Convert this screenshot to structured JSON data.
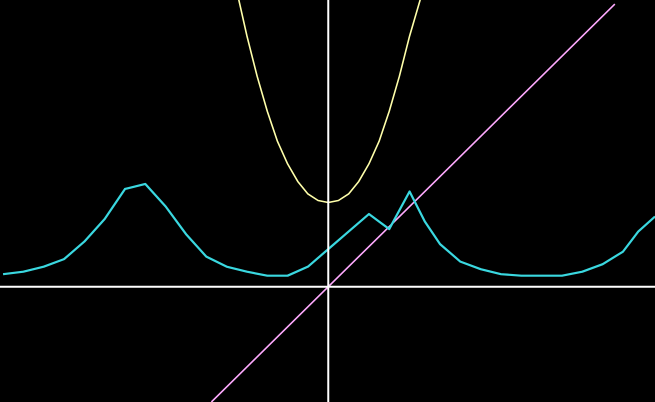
{
  "chart_data": {
    "type": "line",
    "title": "",
    "xlabel": "",
    "ylabel": "",
    "xlim": [
      -6.46,
      6.43
    ],
    "ylim": [
      -2.3,
      5.72
    ],
    "grid": false,
    "legend": "none",
    "axes_color": "#ffffff",
    "background": "#000000",
    "series": [
      {
        "color": "#ffffaa",
        "x": [
          -1.8,
          -1.6,
          -1.4,
          -1.2,
          -1.0,
          -0.8,
          -0.6,
          -0.4,
          -0.2,
          0.0,
          0.2,
          0.4,
          0.6,
          0.8,
          1.0,
          1.2,
          1.4,
          1.6,
          1.86
        ],
        "y": [
          5.9,
          5.0,
          4.2,
          3.5,
          2.9,
          2.45,
          2.1,
          1.85,
          1.72,
          1.68,
          1.72,
          1.85,
          2.1,
          2.45,
          2.9,
          3.5,
          4.2,
          5.0,
          5.9
        ]
      },
      {
        "color": "#ffaaff",
        "x": [
          -2.3,
          5.64
        ],
        "y": [
          -2.3,
          5.64
        ]
      },
      {
        "color": "#3ad8e0",
        "x": [
          -6.4,
          -6.0,
          -5.6,
          -5.2,
          -4.8,
          -4.4,
          -4.0,
          -3.6,
          -3.2,
          -2.8,
          -2.4,
          -2.0,
          -1.6,
          -1.2,
          -0.8,
          -0.4,
          0.0,
          0.4,
          0.8,
          1.2,
          1.6,
          1.9,
          2.2,
          2.6,
          3.0,
          3.4,
          3.8,
          4.2,
          4.6,
          5.0,
          5.4,
          5.8,
          6.1,
          6.43
        ],
        "y": [
          0.25,
          0.3,
          0.4,
          0.55,
          0.9,
          1.35,
          1.95,
          2.05,
          1.6,
          1.05,
          0.6,
          0.4,
          0.3,
          0.22,
          0.22,
          0.4,
          0.75,
          1.1,
          1.45,
          1.15,
          1.9,
          1.3,
          0.85,
          0.5,
          0.35,
          0.25,
          0.22,
          0.22,
          0.22,
          0.3,
          0.45,
          0.7,
          1.1,
          1.4
        ]
      }
    ]
  }
}
